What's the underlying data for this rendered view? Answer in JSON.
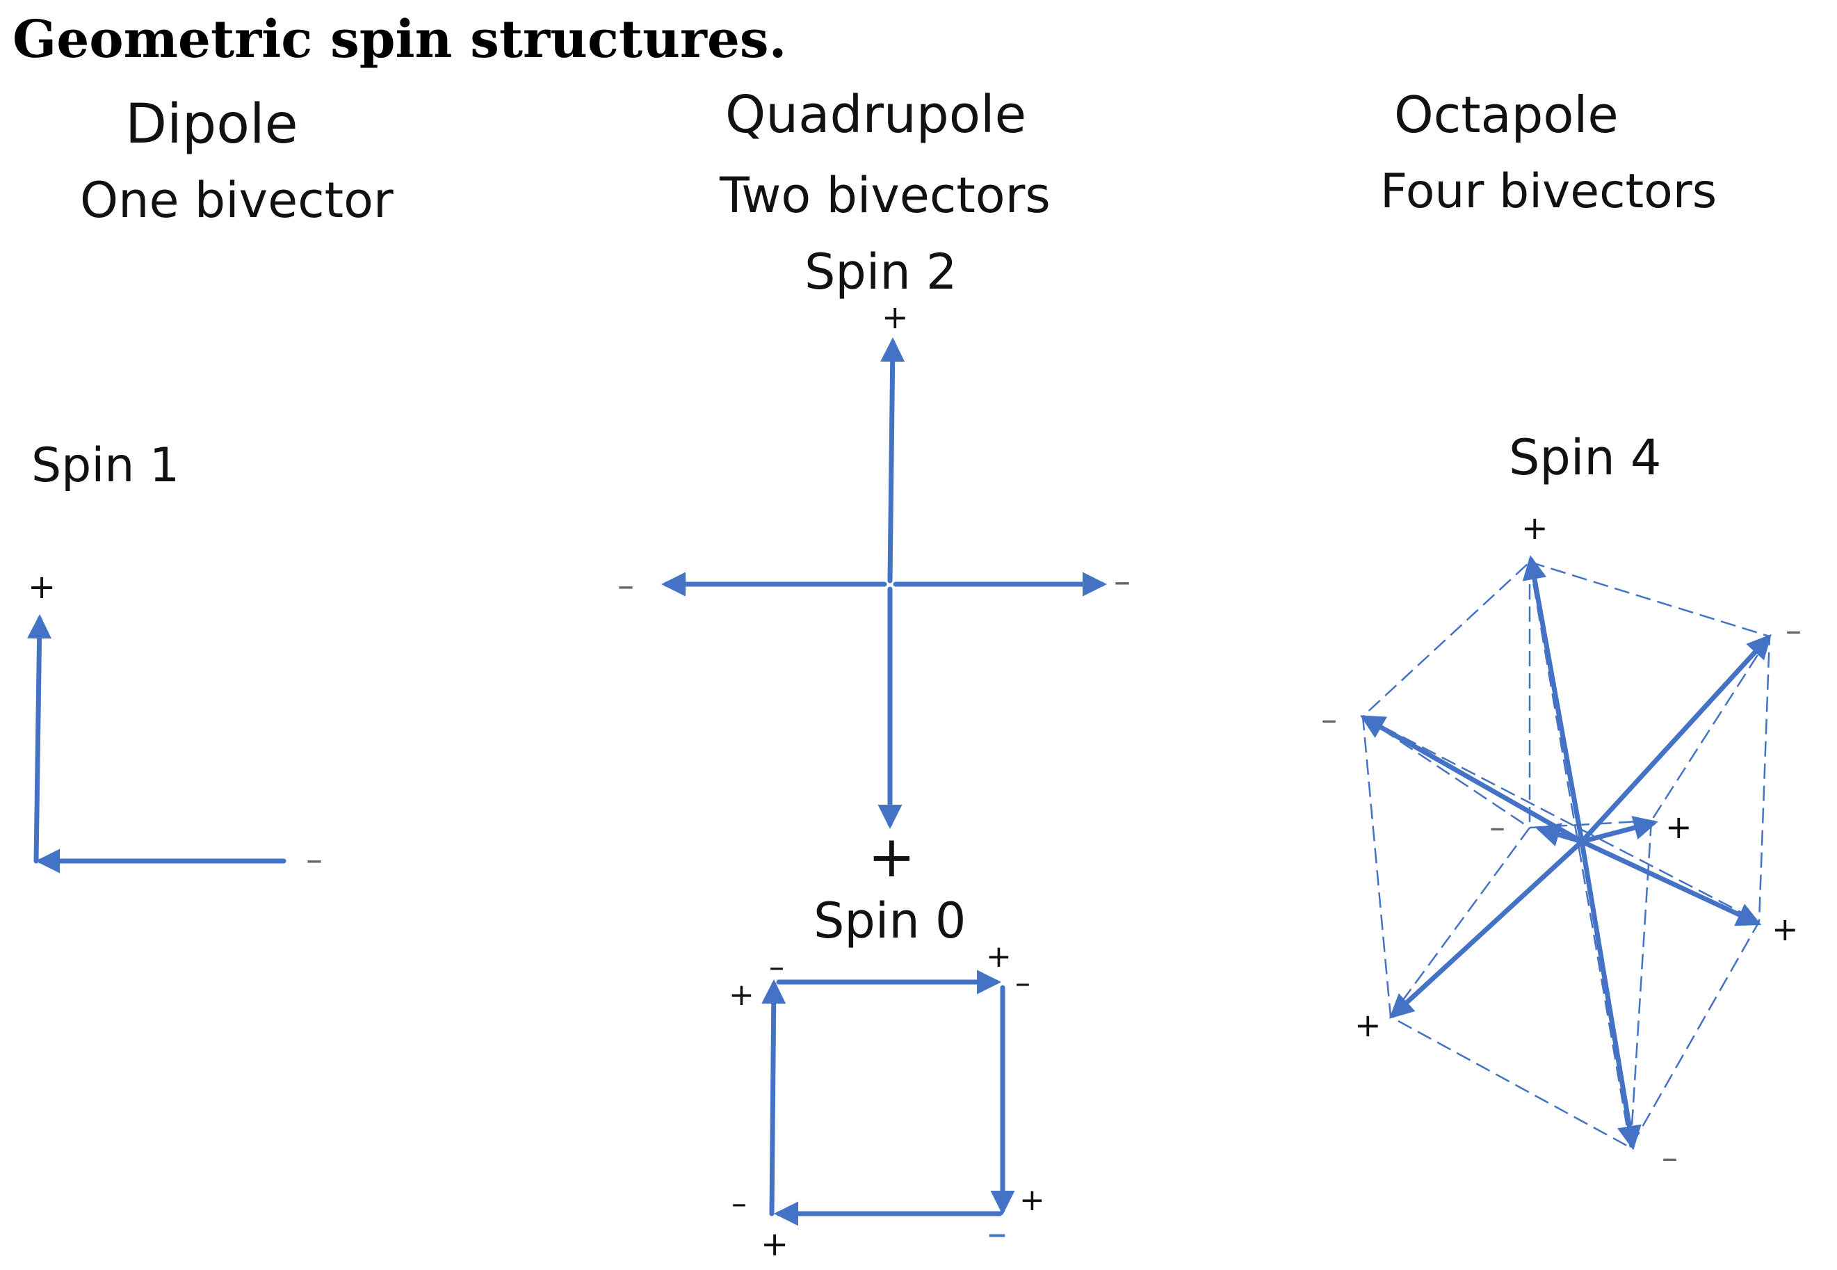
{
  "title": "Geometric spin structures.",
  "columns": {
    "dipole": {
      "heading": "Dipole",
      "subheading": "One bivector",
      "spin": "Spin 1"
    },
    "quadrupole": {
      "heading": "Quadrupole",
      "subheading": "Two bivectors",
      "spin_top": "Spin 2",
      "spin_bottom": "Spin 0"
    },
    "octapole": {
      "heading": "Octapole",
      "subheading": "Four bivectors",
      "spin": "Spin 4"
    }
  },
  "signs": {
    "plus": "+",
    "minus": "–"
  },
  "colors": {
    "arrow": "#4472C4"
  }
}
